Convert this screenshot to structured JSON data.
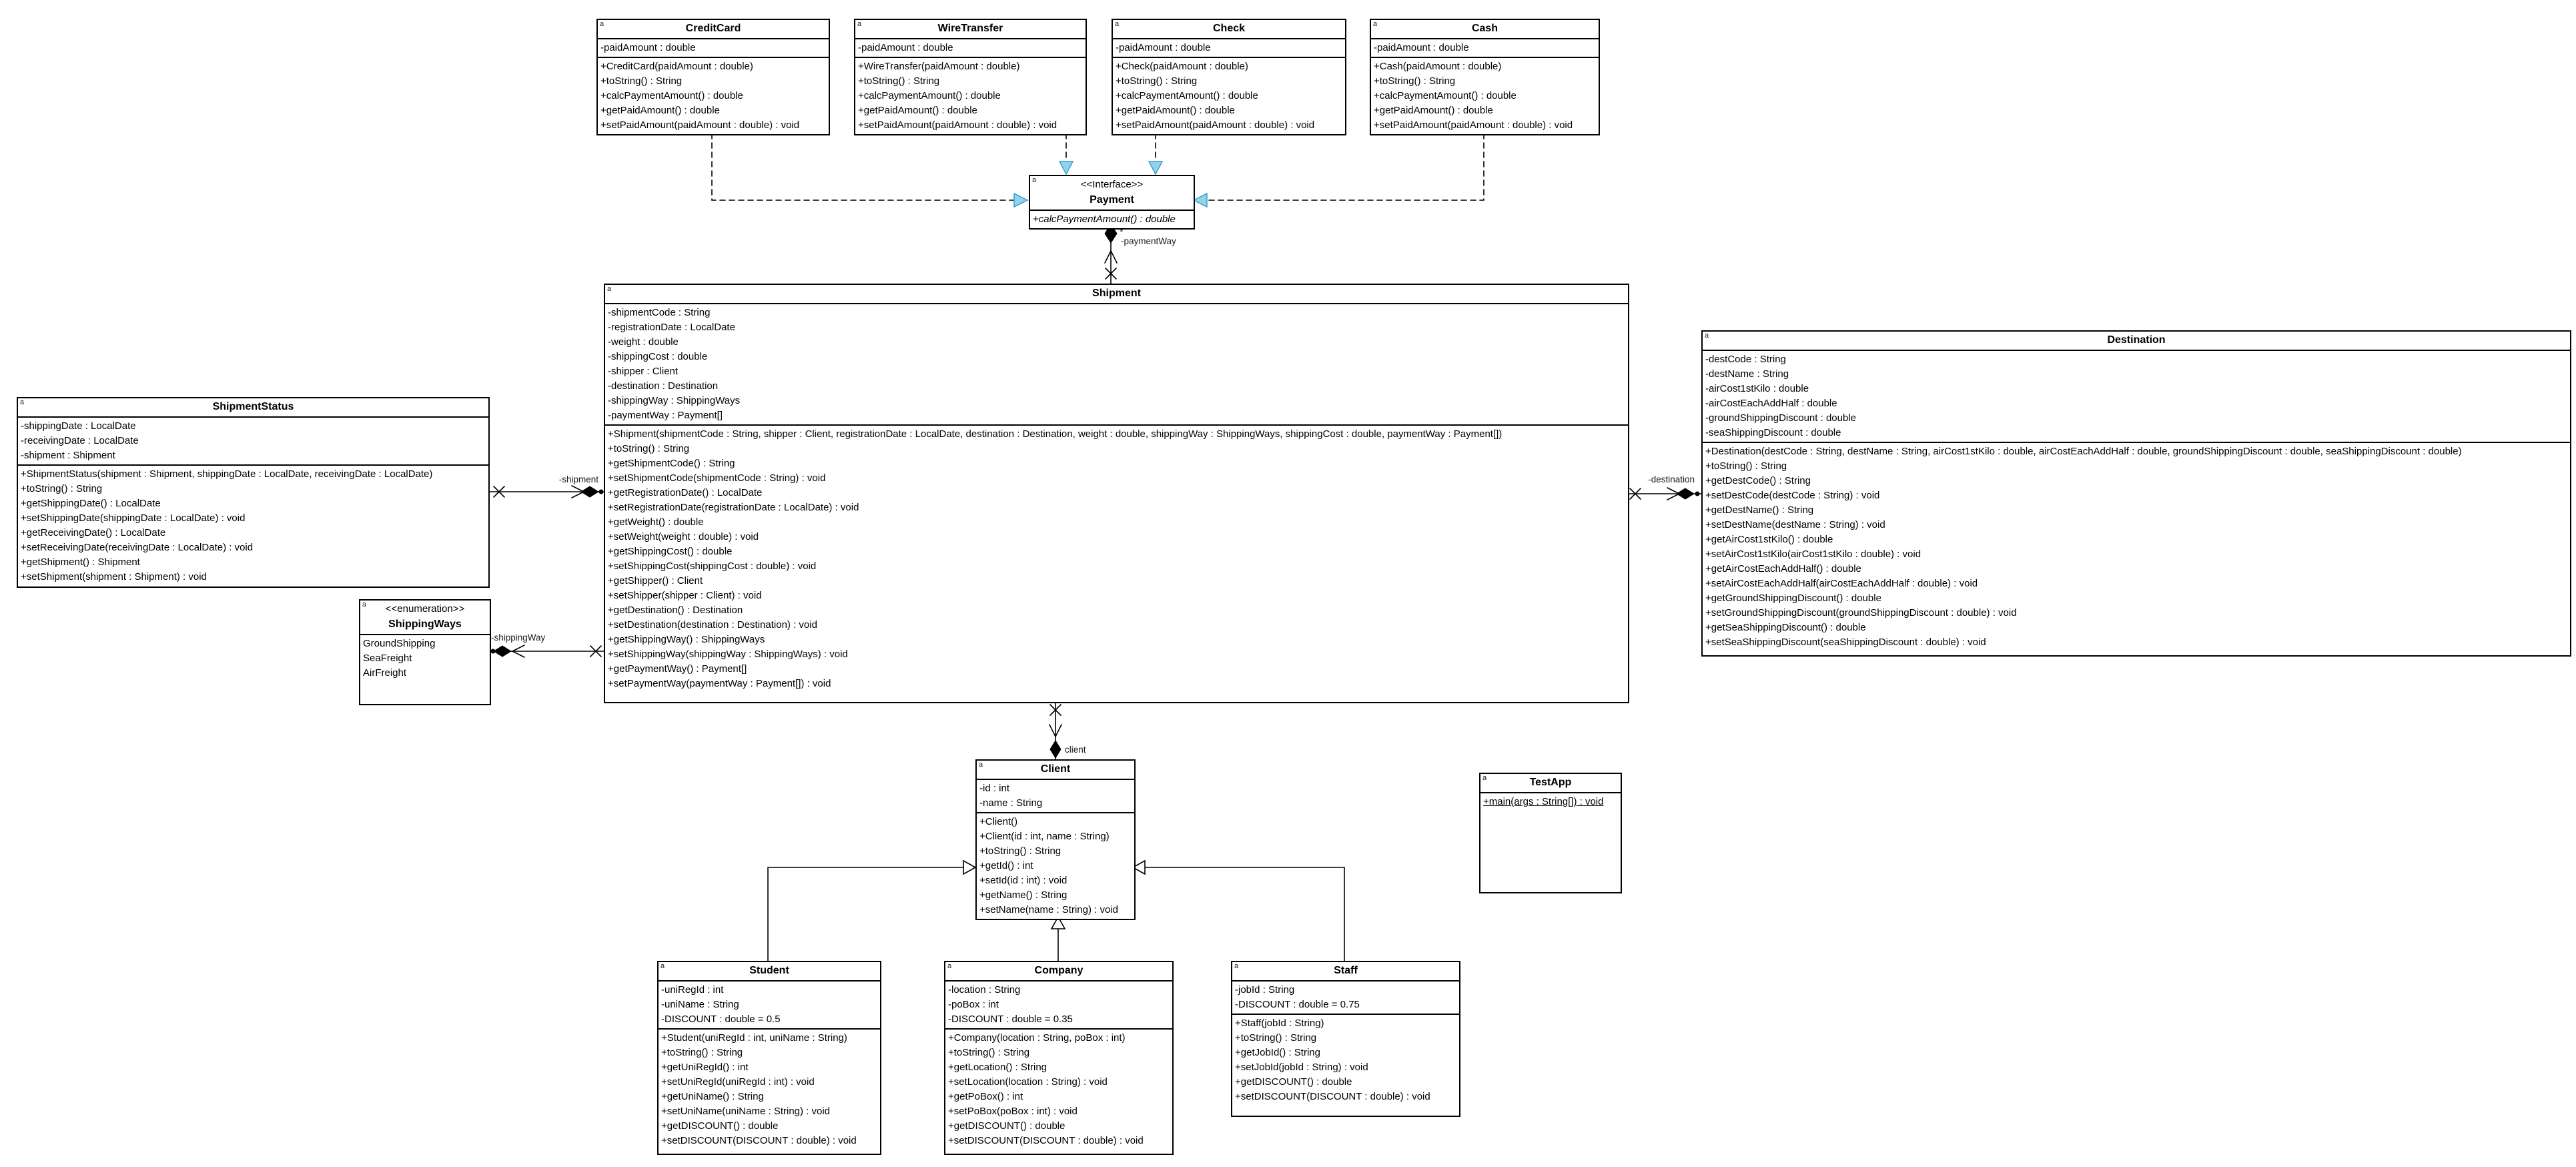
{
  "meta": {
    "corner_marker": "a"
  },
  "colors": {
    "canvas_bg": "#ffffff",
    "box_fill": "#ffffff",
    "box_border": "#000000",
    "line_color": "#000000",
    "realization_arrow_fill": "#8ed4ec",
    "realization_arrow_stroke": "#3f9fc8"
  },
  "classes": {
    "creditcard": {
      "name": "CreditCard",
      "attributes": [
        "-paidAmount : double"
      ],
      "methods": [
        "+CreditCard(paidAmount : double)",
        "+toString() : String",
        "+calcPaymentAmount() : double",
        "+getPaidAmount() : double",
        "+setPaidAmount(paidAmount : double) : void"
      ]
    },
    "wiretransfer": {
      "name": "WireTransfer",
      "attributes": [
        "-paidAmount : double"
      ],
      "methods": [
        "+WireTransfer(paidAmount : double)",
        "+toString() : String",
        "+calcPaymentAmount() : double",
        "+getPaidAmount() : double",
        "+setPaidAmount(paidAmount : double) : void"
      ]
    },
    "check": {
      "name": "Check",
      "attributes": [
        "-paidAmount : double"
      ],
      "methods": [
        "+Check(paidAmount : double)",
        "+toString() : String",
        "+calcPaymentAmount() : double",
        "+getPaidAmount() : double",
        "+setPaidAmount(paidAmount : double) : void"
      ]
    },
    "cash": {
      "name": "Cash",
      "attributes": [
        "-paidAmount : double"
      ],
      "methods": [
        "+Cash(paidAmount : double)",
        "+toString() : String",
        "+calcPaymentAmount() : double",
        "+getPaidAmount() : double",
        "+setPaidAmount(paidAmount : double) : void"
      ]
    },
    "payment": {
      "stereotype": "<<Interface>>",
      "name": "Payment",
      "attributes": [],
      "methods": [
        "+calcPaymentAmount() : double"
      ]
    },
    "shipment": {
      "name": "Shipment",
      "attributes": [
        "-shipmentCode : String",
        "-registrationDate : LocalDate",
        "-weight : double",
        "-shippingCost : double",
        "-shipper : Client",
        "-destination : Destination",
        "-shippingWay : ShippingWays",
        "-paymentWay : Payment[]"
      ],
      "methods": [
        "+Shipment(shipmentCode : String, shipper : Client, registrationDate : LocalDate, destination : Destination, weight : double, shippingWay : ShippingWays, shippingCost : double, paymentWay : Payment[])",
        "+toString() : String",
        "+getShipmentCode() : String",
        "+setShipmentCode(shipmentCode : String) : void",
        "+getRegistrationDate() : LocalDate",
        "+setRegistrationDate(registrationDate : LocalDate) : void",
        "+getWeight() : double",
        "+setWeight(weight : double) : void",
        "+getShippingCost() : double",
        "+setShippingCost(shippingCost : double) : void",
        "+getShipper() : Client",
        "+setShipper(shipper : Client) : void",
        "+getDestination() : Destination",
        "+setDestination(destination : Destination) : void",
        "+getShippingWay() : ShippingWays",
        "+setShippingWay(shippingWay : ShippingWays) : void",
        "+getPaymentWay() : Payment[]",
        "+setPaymentWay(paymentWay : Payment[]) : void"
      ]
    },
    "shipmentstatus": {
      "name": "ShipmentStatus",
      "attributes": [
        "-shippingDate : LocalDate",
        "-receivingDate : LocalDate",
        "-shipment : Shipment"
      ],
      "methods": [
        "+ShipmentStatus(shipment : Shipment, shippingDate : LocalDate, receivingDate : LocalDate)",
        "+toString() : String",
        "+getShippingDate() : LocalDate",
        "+setShippingDate(shippingDate : LocalDate) : void",
        "+getReceivingDate() : LocalDate",
        "+setReceivingDate(receivingDate : LocalDate) : void",
        "+getShipment() : Shipment",
        "+setShipment(shipment : Shipment) : void"
      ]
    },
    "shippingways": {
      "stereotype": "<<enumeration>>",
      "name": "ShippingWays",
      "attributes": [
        "GroundShipping",
        "SeaFreight",
        "AirFreight"
      ],
      "methods": []
    },
    "destination": {
      "name": "Destination",
      "attributes": [
        "-destCode : String",
        "-destName : String",
        "-airCost1stKilo : double",
        "-airCostEachAddHalf : double",
        "-groundShippingDiscount : double",
        "-seaShippingDiscount : double"
      ],
      "methods": [
        "+Destination(destCode : String, destName : String, airCost1stKilo : double, airCostEachAddHalf : double, groundShippingDiscount : double, seaShippingDiscount : double)",
        "+toString() : String",
        "+getDestCode() : String",
        "+setDestCode(destCode : String) : void",
        "+getDestName() : String",
        "+setDestName(destName : String) : void",
        "+getAirCost1stKilo() : double",
        "+setAirCost1stKilo(airCost1stKilo : double) : void",
        "+getAirCostEachAddHalf() : double",
        "+setAirCostEachAddHalf(airCostEachAddHalf : double) : void",
        "+getGroundShippingDiscount() : double",
        "+setGroundShippingDiscount(groundShippingDiscount : double) : void",
        "+getSeaShippingDiscount() : double",
        "+setSeaShippingDiscount(seaShippingDiscount : double) : void"
      ]
    },
    "client": {
      "name": "Client",
      "attributes": [
        "-id : int",
        "-name : String"
      ],
      "methods": [
        "+Client()",
        "+Client(id : int, name : String)",
        "+toString() : String",
        "+getId() : int",
        "+setId(id : int) : void",
        "+getName() : String",
        "+setName(name : String) : void"
      ]
    },
    "testapp": {
      "name": "TestApp",
      "attributes": [],
      "methods": [
        "+main(args : String[]) : void"
      ]
    },
    "student": {
      "name": "Student",
      "attributes": [
        "-uniRegId : int",
        "-uniName : String",
        "-DISCOUNT : double = 0.5"
      ],
      "methods": [
        "+Student(uniRegId : int, uniName : String)",
        "+toString() : String",
        "+getUniRegId() : int",
        "+setUniRegId(uniRegId : int) : void",
        "+getUniName() : String",
        "+setUniName(uniName : String) : void",
        "+getDISCOUNT() : double",
        "+setDISCOUNT(DISCOUNT : double) : void"
      ]
    },
    "company": {
      "name": "Company",
      "attributes": [
        "-location : String",
        "-poBox : int",
        "-DISCOUNT : double = 0.35"
      ],
      "methods": [
        "+Company(location : String, poBox : int)",
        "+toString() : String",
        "+getLocation() : String",
        "+setLocation(location : String) : void",
        "+getPoBox() : int",
        "+setPoBox(poBox : int) : void",
        "+getDISCOUNT() : double",
        "+setDISCOUNT(DISCOUNT : double) : void"
      ]
    },
    "staff": {
      "name": "Staff",
      "attributes": [
        "-jobId : String",
        "-DISCOUNT : double = 0.75"
      ],
      "methods": [
        "+Staff(jobId : String)",
        "+toString() : String",
        "+getJobId() : String",
        "+setJobId(jobId : String) : void",
        "+getDISCOUNT() : double",
        "+setDISCOUNT(DISCOUNT : double) : void"
      ]
    }
  },
  "edges": {
    "shipment_label": "-shipment",
    "shippingway_label": "-shippingWay",
    "destination_label": "-destination",
    "paymentway_label": "-paymentWay",
    "paymentway_multiplicity": "*",
    "client_label": "client"
  }
}
